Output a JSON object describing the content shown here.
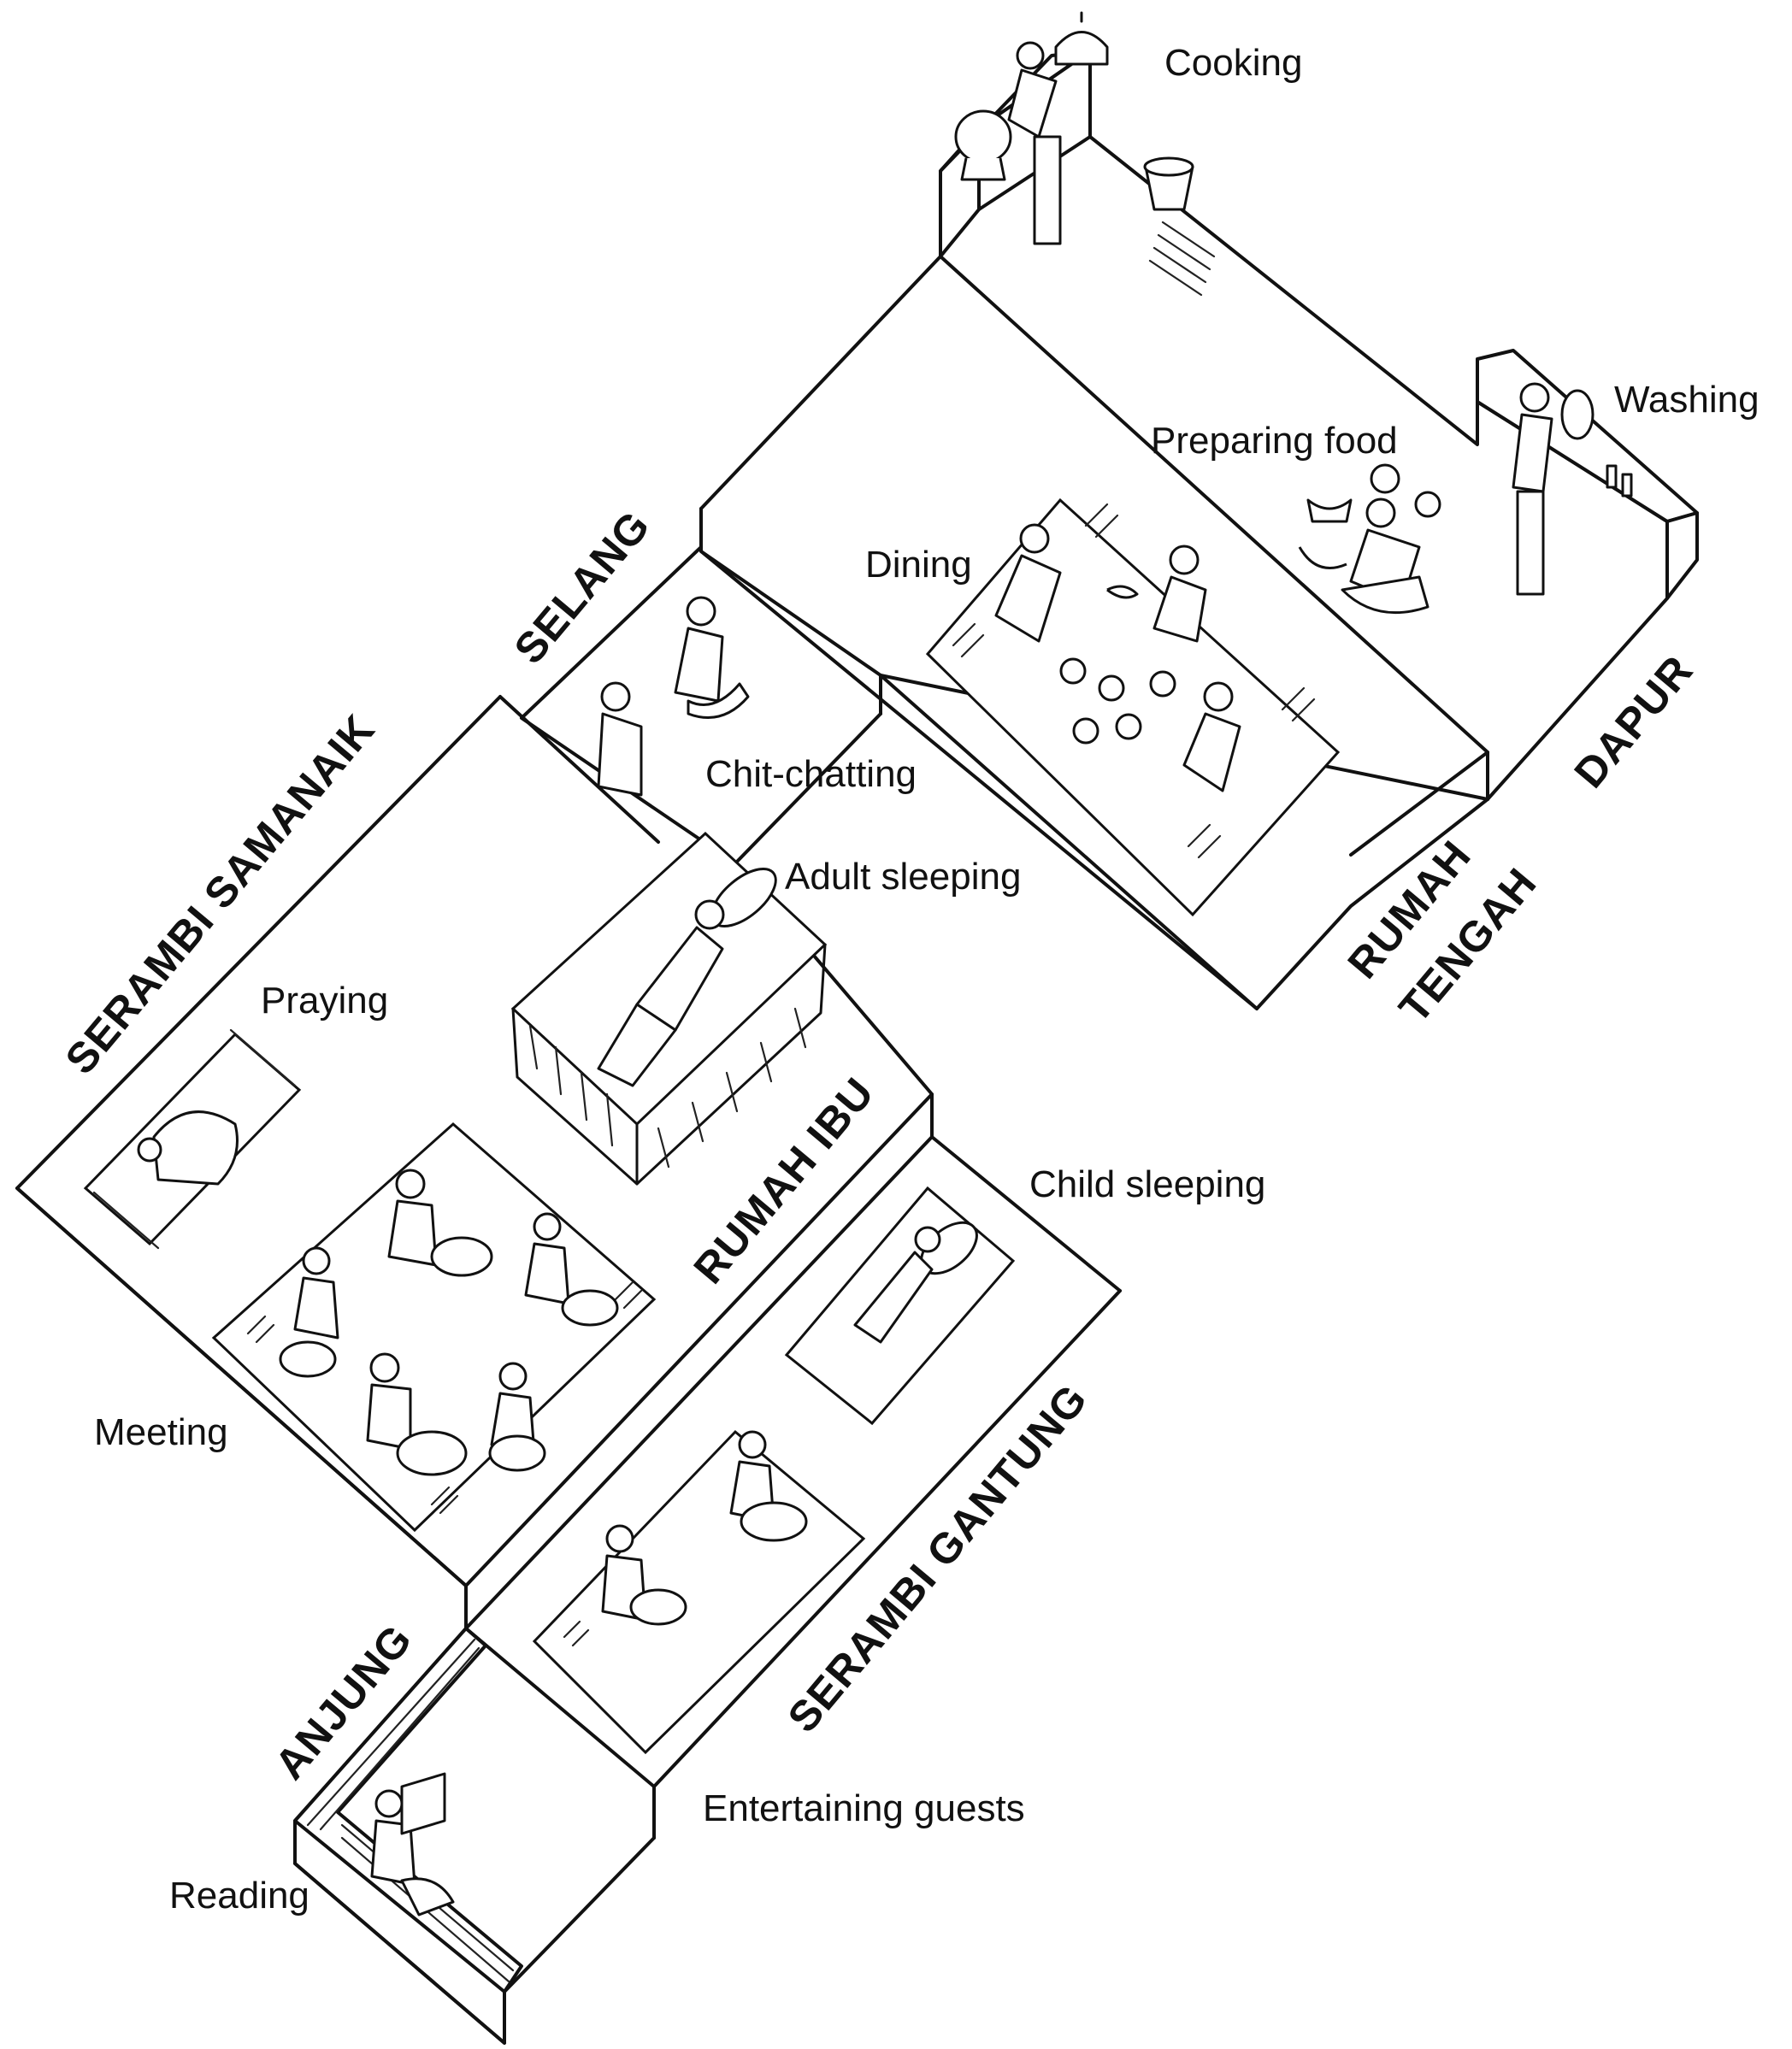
{
  "rooms": {
    "dapur": "DAPUR",
    "rumah_tengah_1": "RUMAH",
    "rumah_tengah_2": "TENGAH",
    "selang": "SELANG",
    "serambi_samanaik": "SERAMBI SAMANAIK",
    "rumah_ibu": "RUMAH IBU",
    "serambi_gantung": "SERAMBI GANTUNG",
    "anjung": "ANJUNG"
  },
  "activities": {
    "cooking": "Cooking",
    "washing": "Washing",
    "preparing_food": "Preparing food",
    "dining": "Dining",
    "chit_chatting": "Chit-chatting",
    "adult_sleeping": "Adult sleeping",
    "praying": "Praying",
    "child_sleeping": "Child sleeping",
    "meeting": "Meeting",
    "entertaining_guests": "Entertaining guests",
    "reading": "Reading"
  },
  "icons": [
    "kettle-icon",
    "pot-icon",
    "bucket-icon",
    "mortar-icon",
    "plate-icon",
    "bed-icon",
    "prayer-mat-icon",
    "mat-icon",
    "book-icon"
  ]
}
